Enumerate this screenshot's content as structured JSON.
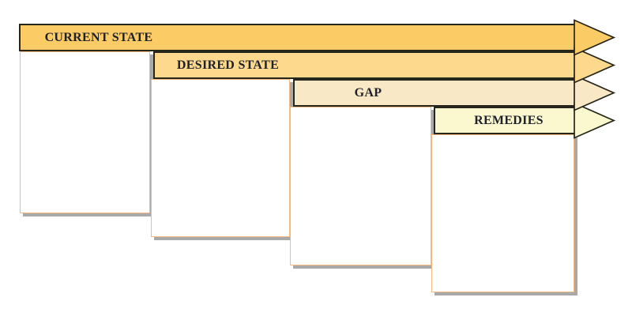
{
  "diagram": {
    "banners": [
      {
        "id": "current-state",
        "label": "CURRENT STATE",
        "fill": "#FBCB66"
      },
      {
        "id": "desired-state",
        "label": "DESIRED STATE",
        "fill": "#FCD98D"
      },
      {
        "id": "gap",
        "label": "GAP",
        "fill": "#F9E8C5"
      },
      {
        "id": "remedies",
        "label": "REMEDIES",
        "fill": "#FBF8CF"
      }
    ],
    "colors": {
      "banner_border": "#26261C",
      "panel_border": "#F5B97E",
      "panel_fill": "#FFFFFF",
      "shadow": "#A9A9A9",
      "label_text": "#20222B",
      "background": "#FFFFFF"
    }
  }
}
